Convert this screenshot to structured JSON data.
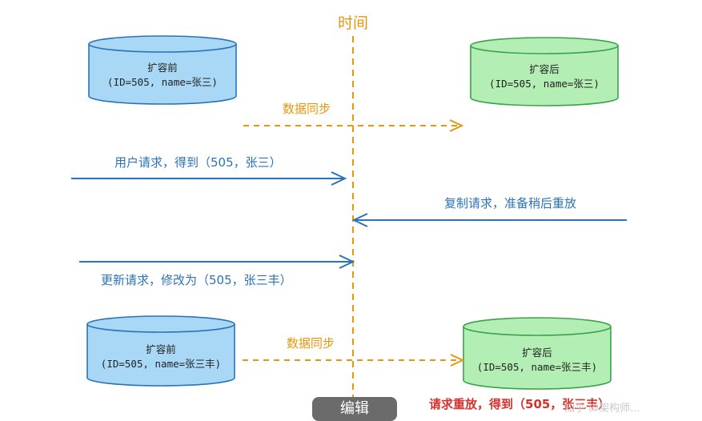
{
  "time_label": "时间",
  "cylinders": [
    {
      "title": "扩容前",
      "record": "(ID=505, name=张三)",
      "color": "blue"
    },
    {
      "title": "扩容后",
      "record": "(ID=505, name=张三)",
      "color": "green"
    },
    {
      "title": "扩容前",
      "record": "(ID=505, name=张三丰)",
      "color": "blue"
    },
    {
      "title": "扩容后",
      "record": "(ID=505, name=张三丰)",
      "color": "green"
    }
  ],
  "arrows": {
    "sync1": "数据同步",
    "user_request": "用户请求，得到（505，张三）",
    "copy_request": "复制请求，准备稍后重放",
    "update_request": "更新请求，修改为（505，张三丰）",
    "sync2": "数据同步",
    "replay": "请求重放，得到（505，张三丰）"
  },
  "overlay": {
    "button_text": "编辑",
    "watermark": "知乎 @架构师..."
  },
  "colors": {
    "blue_fill": "#a9d8f7",
    "green_fill": "#b3eeb5",
    "arrow_blue": "#2b73b8",
    "arrow_orange": "#e8960c",
    "accent_red": "#d9302c"
  }
}
